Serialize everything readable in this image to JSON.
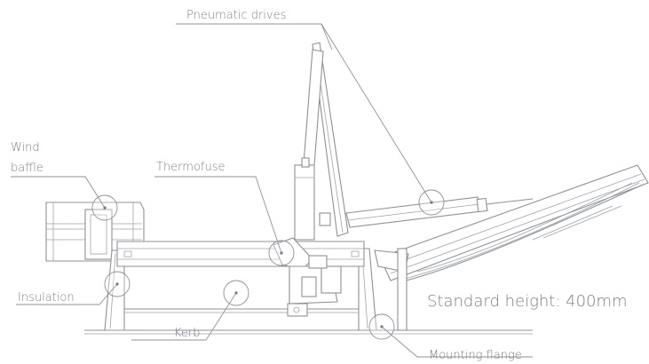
{
  "labels": {
    "pneumatic_drives": "Pneumatic drives",
    "wind_baffle_line1": "Wind",
    "wind_baffle_line2": "baffle",
    "thermofuse": "Thermofuse",
    "insulation": "Insulation",
    "kerb": "Kerb",
    "standard_height": "Standard height: 400mm",
    "mounting_flange": "Mounting flange"
  },
  "colors": {
    "line": "#8c9199",
    "text": "#7a7f87",
    "background": "#ffffff"
  }
}
